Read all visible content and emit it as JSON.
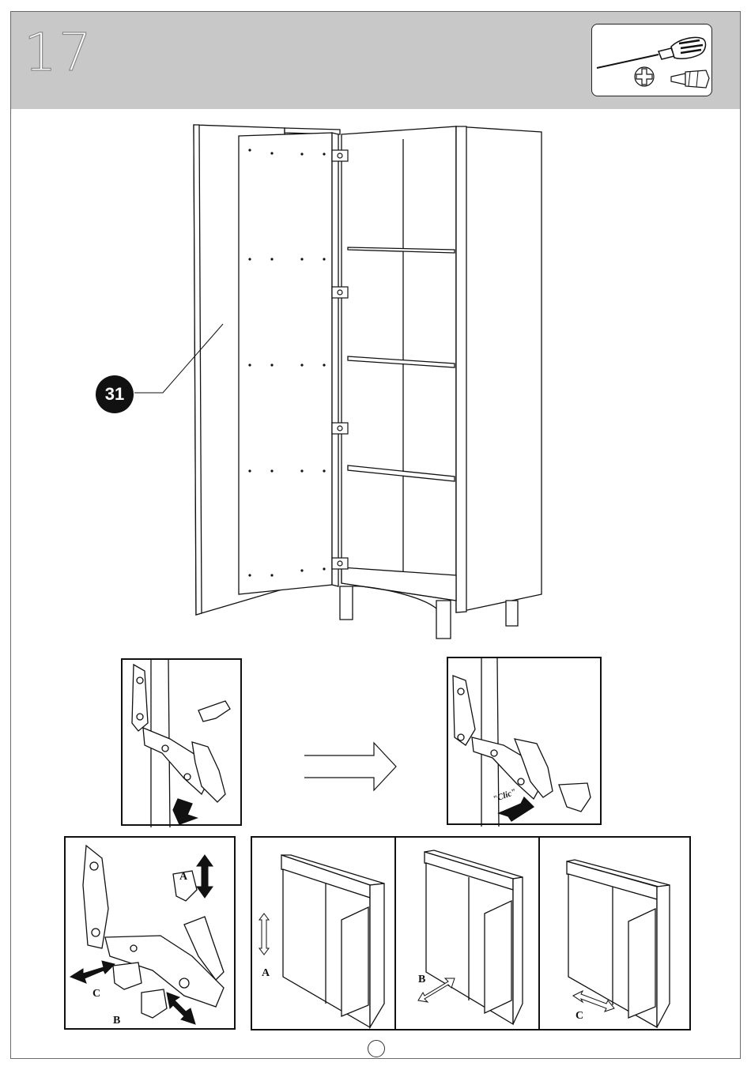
{
  "step": {
    "number": "17"
  },
  "tools": {
    "icons": [
      "screwdriver-icon",
      "phillips-head-icon",
      "flat-head-icon"
    ]
  },
  "parts": {
    "door_part_number": "31"
  },
  "hinge_detail": {
    "click_label": "\"Clic\""
  },
  "adjustments": {
    "label_a": "A",
    "label_b": "B",
    "label_c": "C"
  },
  "colors": {
    "header": "#c8c8c8",
    "line": "#111111"
  }
}
